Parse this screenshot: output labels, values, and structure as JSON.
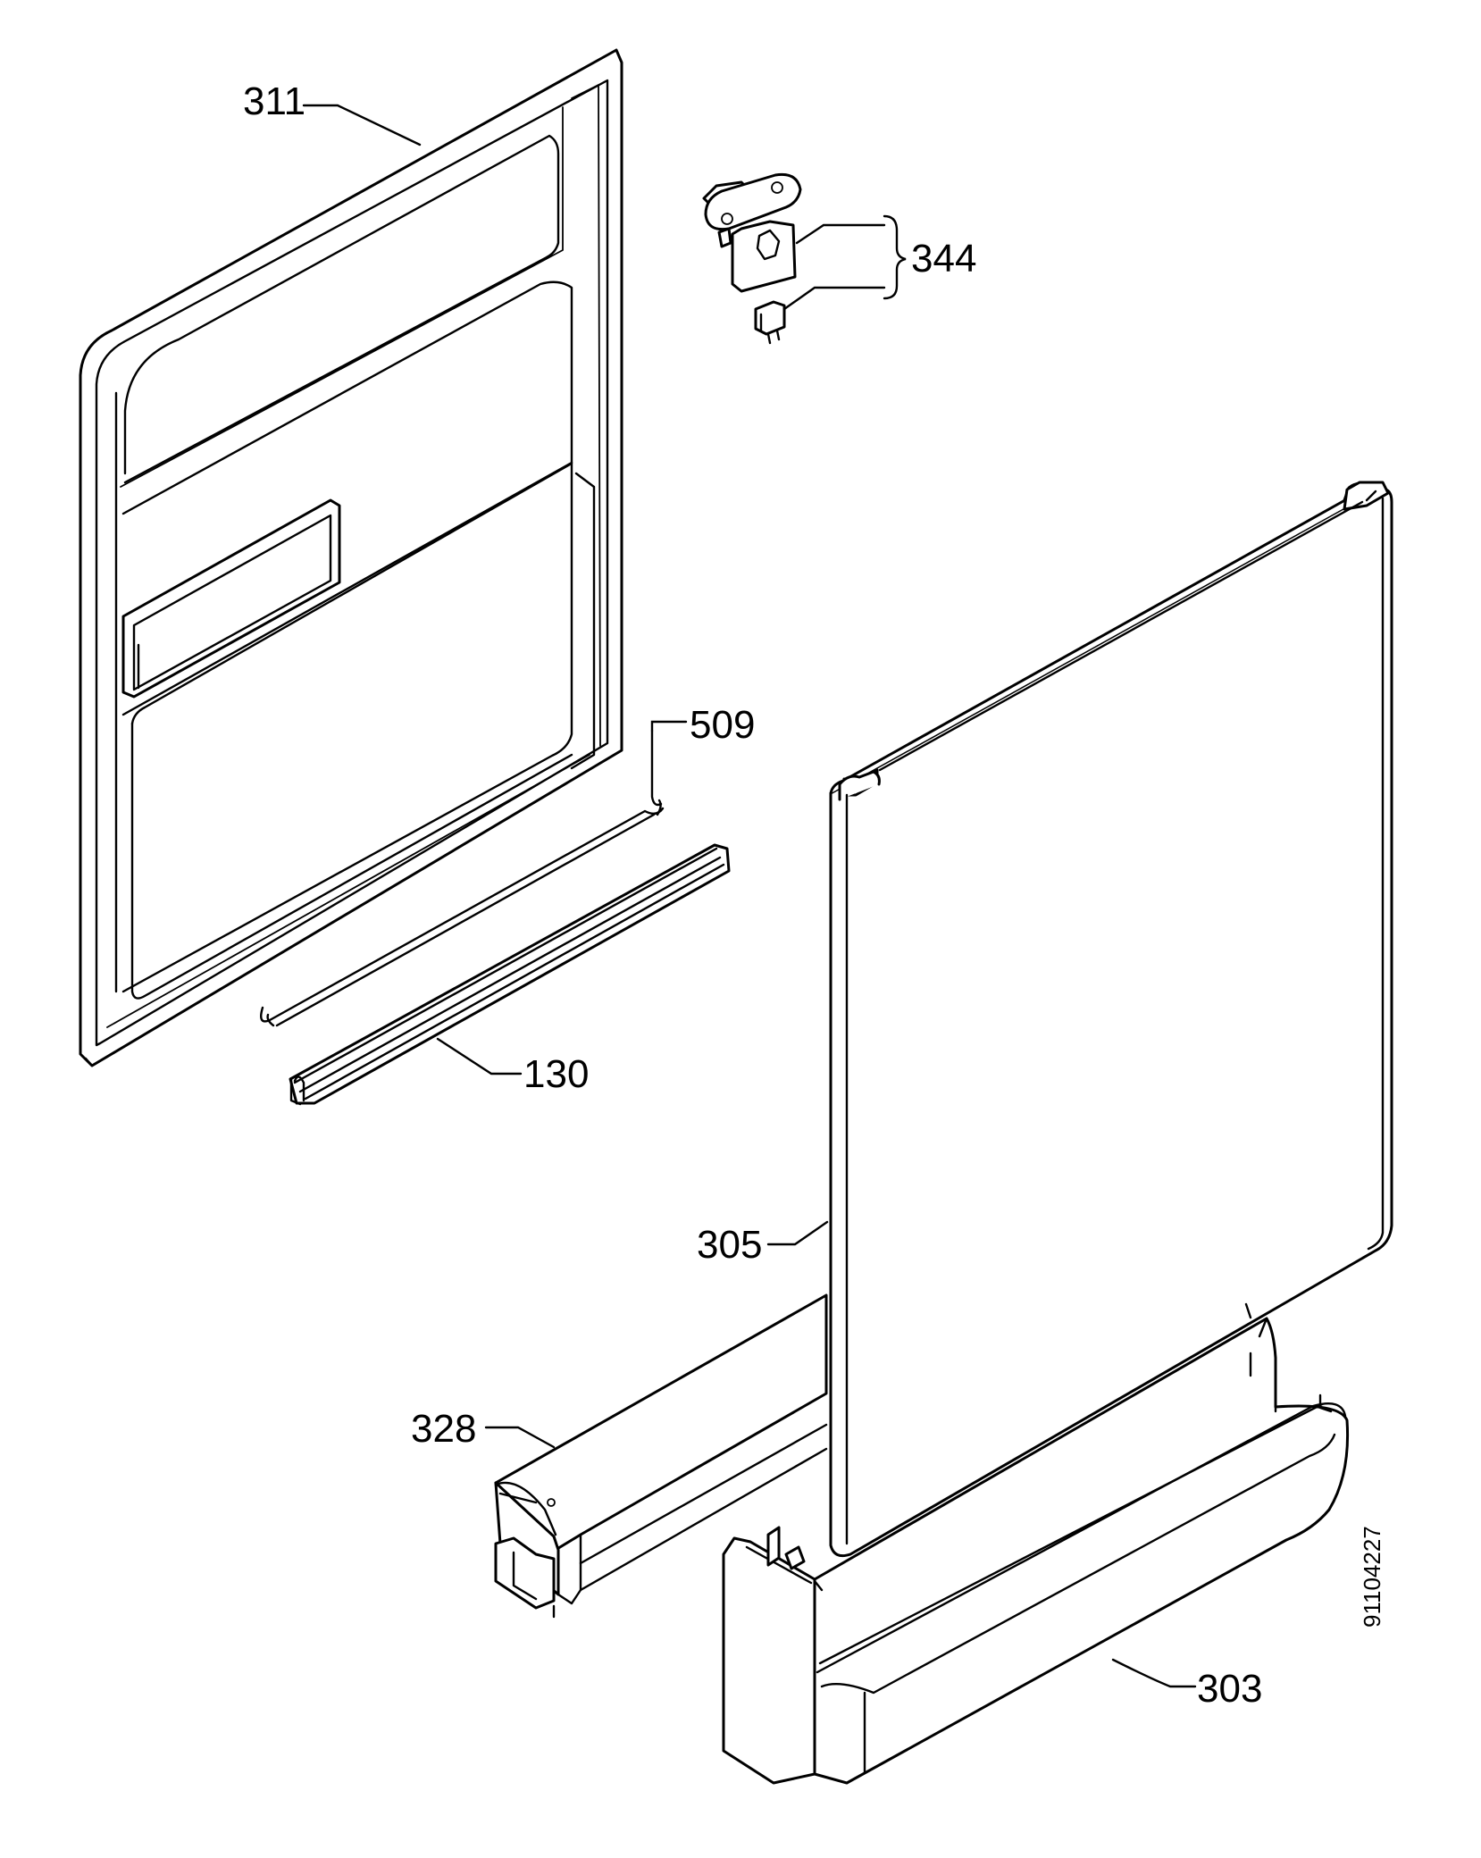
{
  "callouts": {
    "c311": "311",
    "c344": "344",
    "c509": "509",
    "c130": "130",
    "c305": "305",
    "c328": "328",
    "c303": "303"
  },
  "document_number": "91104227"
}
